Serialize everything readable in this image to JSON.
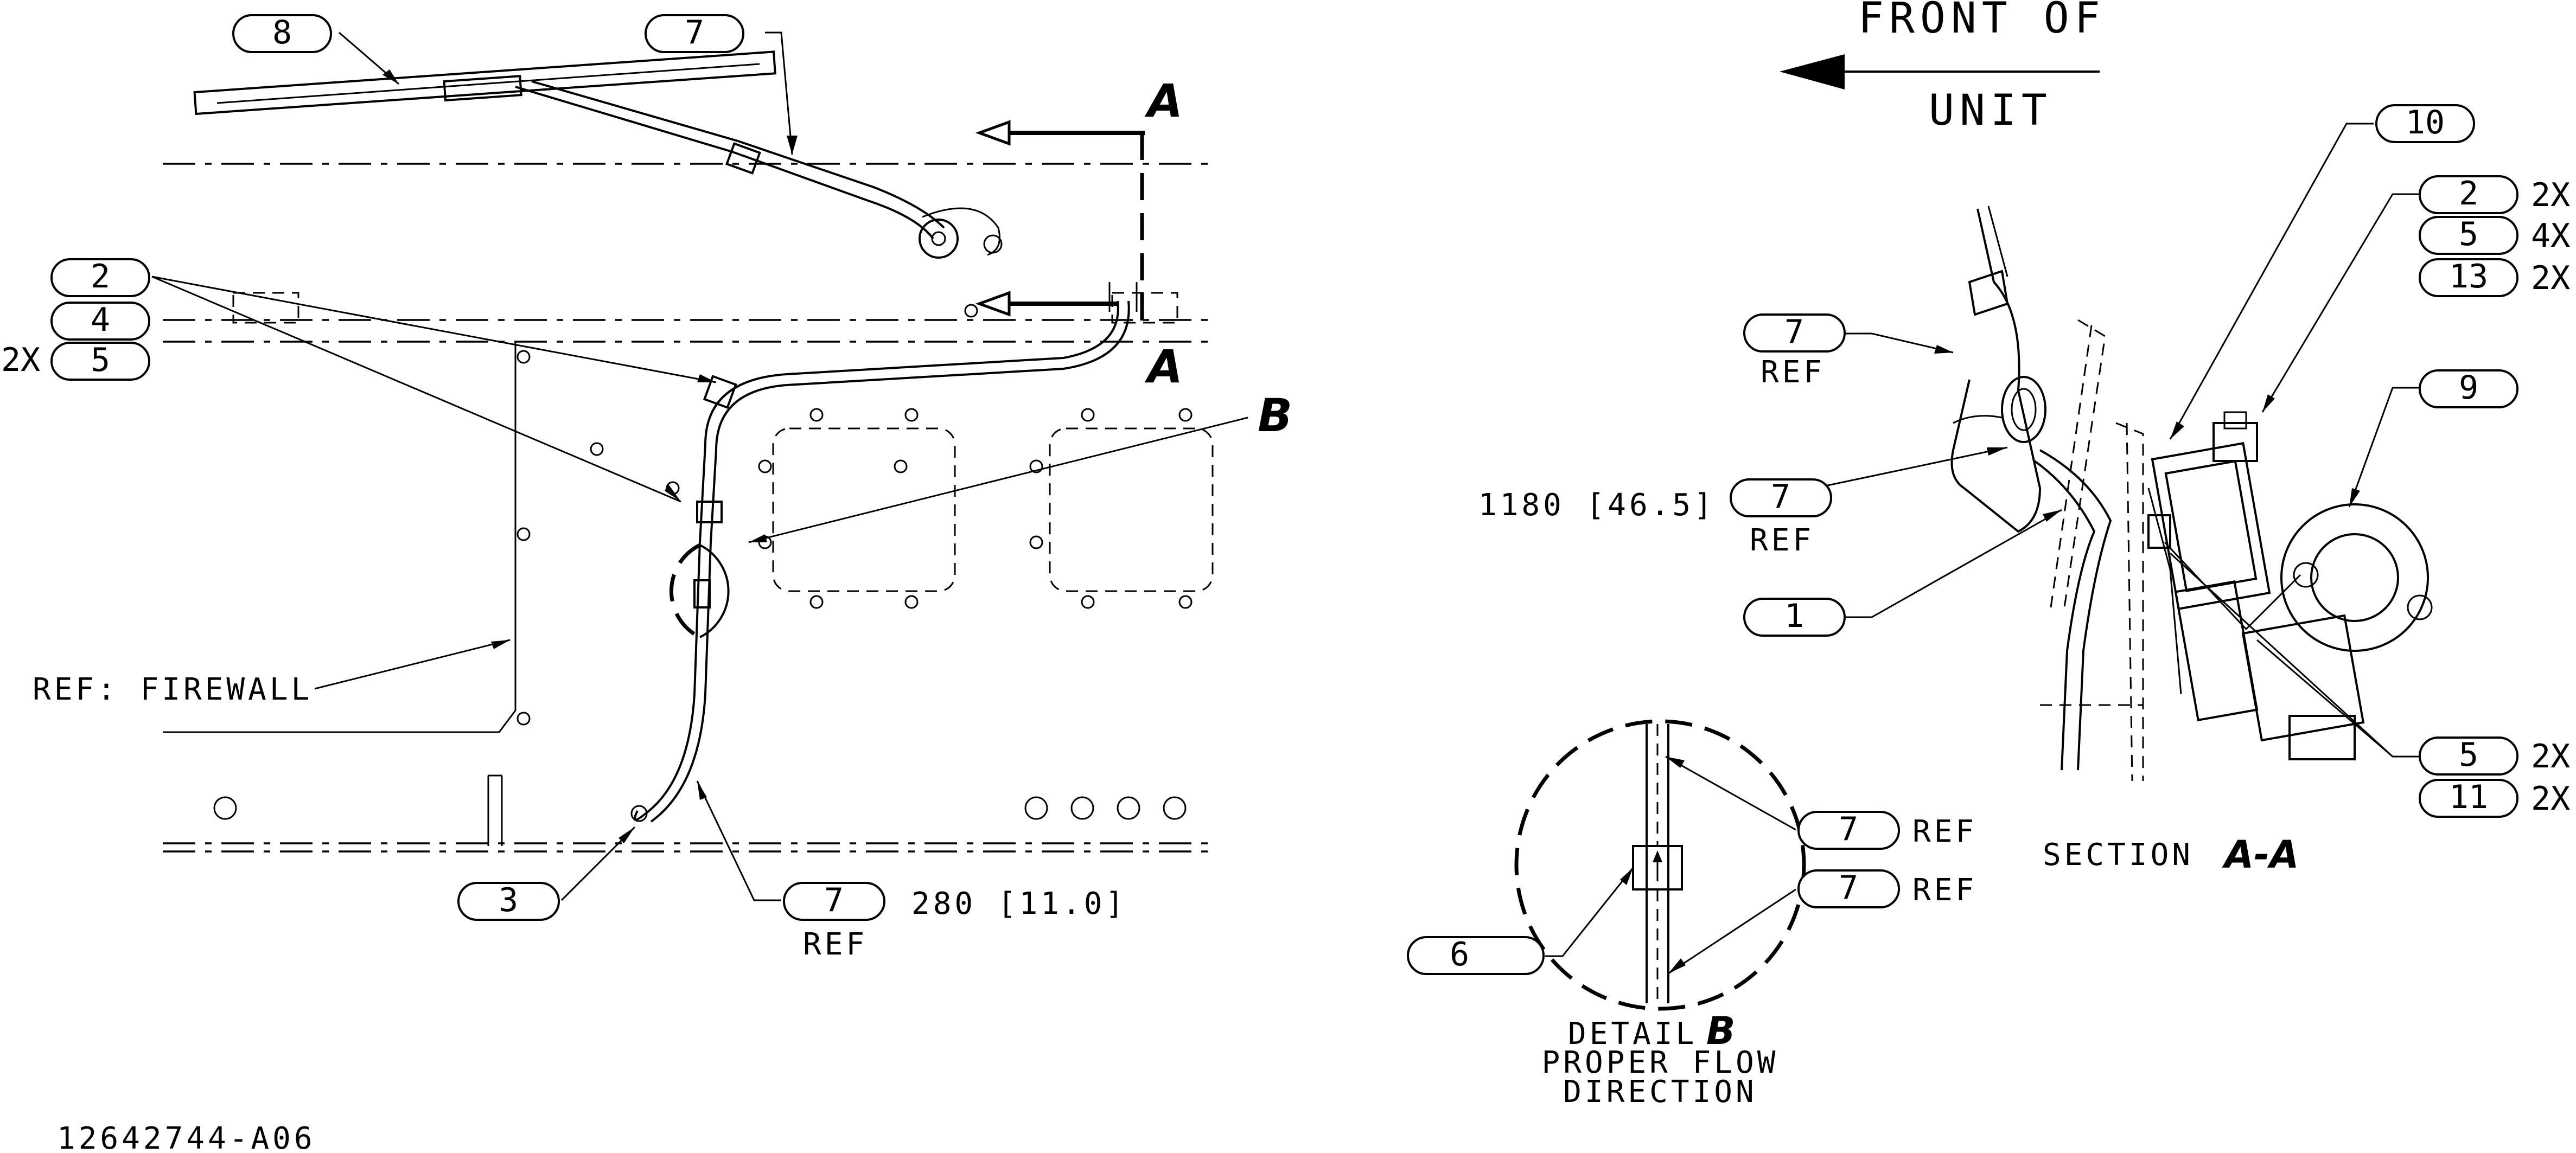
{
  "header": {
    "direction_line1": "FRONT OF",
    "direction_line2": "UNIT"
  },
  "section_markers": {
    "a_top": "A",
    "a_bottom": "A",
    "b": "B"
  },
  "callouts": {
    "c8": "8",
    "c7_top": "7",
    "c2_left": "2",
    "c4_left": "4",
    "c5_left": "5",
    "c5_left_qty": "2X",
    "c3": "3",
    "c7_bottom": "7",
    "c7_bottom_ref": "REF",
    "c7_bottom_dim": "280 [11.0]",
    "c10": "10",
    "c2_right": "2",
    "c2_right_qty": "2X",
    "c5_right": "5",
    "c5_right_qty": "4X",
    "c13": "13",
    "c13_qty": "2X",
    "c9": "9",
    "c7_sec1": "7",
    "c7_sec1_ref": "REF",
    "c7_sec2": "7",
    "c7_sec2_ref": "REF",
    "c7_sec2_dim": "1180 [46.5]",
    "c1": "1",
    "c5_sec": "5",
    "c5_sec_qty": "2X",
    "c11": "11",
    "c11_qty": "2X",
    "c7_det1": "7",
    "c7_det1_ref": "REF",
    "c7_det2": "7",
    "c7_det2_ref": "REF",
    "c6": "6"
  },
  "labels": {
    "firewall": "REF: FIREWALL",
    "section_caption": "SECTION",
    "section_letters": "A-A",
    "detail_word": "DETAIL",
    "detail_letter": "B",
    "detail_line2": "PROPER FLOW",
    "detail_line3": "DIRECTION",
    "drawing_number": "12642744-A06"
  }
}
